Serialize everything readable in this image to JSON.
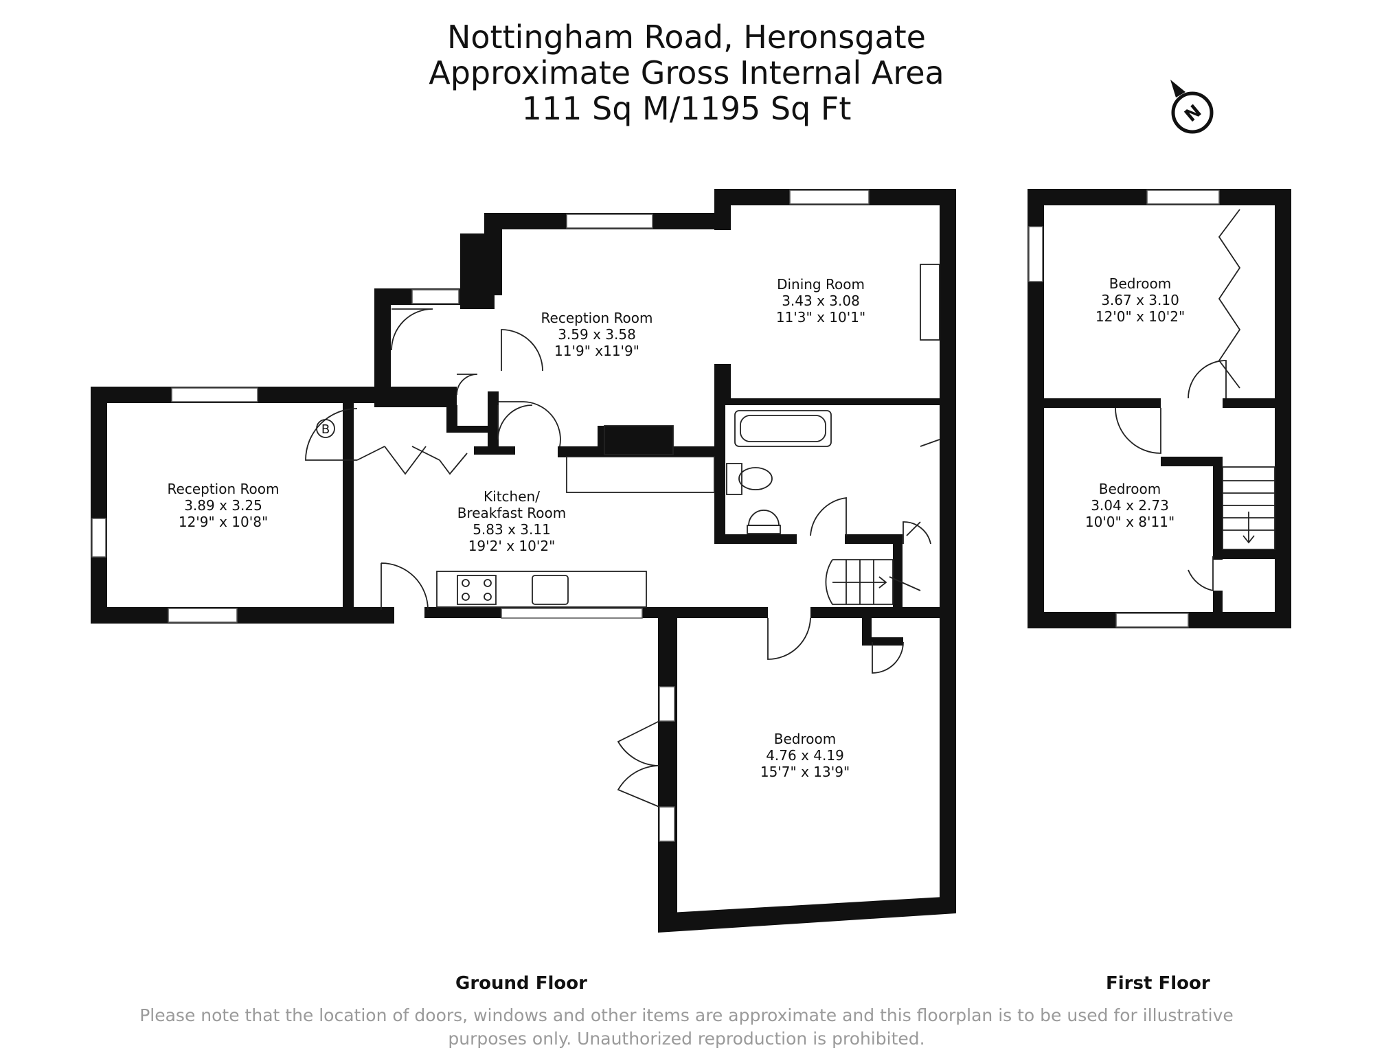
{
  "header": {
    "address": "Nottingham Road, Heronsgate",
    "area_label": "Approximate Gross Internal Area",
    "area_value": "111 Sq M/1195 Sq Ft"
  },
  "compass": {
    "letter": "N"
  },
  "ground_floor": {
    "label": "Ground Floor",
    "rooms": [
      {
        "name": "Reception Room",
        "metric": "3.89 x 3.25",
        "imperial": "12'9\" x 10'8\""
      },
      {
        "name": "Reception Room",
        "metric": "3.59 x 3.58",
        "imperial": "11'9\" x11'9\""
      },
      {
        "name": "Dining Room",
        "metric": "3.43 x 3.08",
        "imperial": "11'3\" x 10'1\""
      },
      {
        "name_line1": "Kitchen/",
        "name_line2": "Breakfast Room",
        "metric": "5.83 x 3.11",
        "imperial": "19'2' x 10'2\""
      },
      {
        "name": "Bedroom",
        "metric": "4.76 x 4.19",
        "imperial": "15'7\" x 13'9\""
      }
    ],
    "boiler": "B"
  },
  "first_floor": {
    "label": "First Floor",
    "rooms": [
      {
        "name": "Bedroom",
        "metric": "3.67 x 3.10",
        "imperial": "12'0\" x 10'2\""
      },
      {
        "name": "Bedroom",
        "metric": "3.04 x 2.73",
        "imperial": "10'0\" x 8'11\""
      }
    ]
  },
  "disclaimer": {
    "line1": "Please note that the location of doors, windows and other items are approximate and this floorplan is to be used for illustrative",
    "line2": "purposes only. Unauthorized reproduction is prohibited."
  }
}
